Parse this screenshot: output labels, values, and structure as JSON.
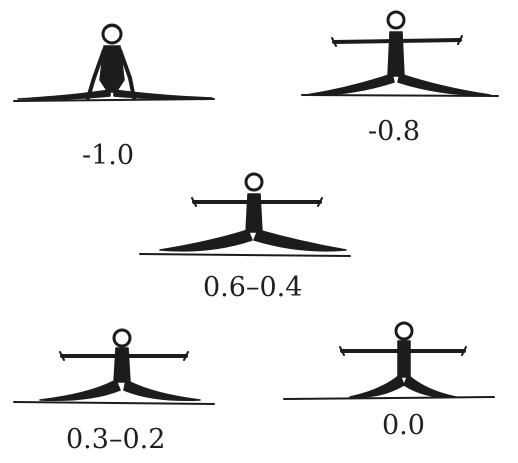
{
  "figures": [
    {
      "label": "-1.0"
    },
    {
      "label": "-0.8"
    },
    {
      "label": "0.6–0.4"
    },
    {
      "label": "0.3–0.2"
    },
    {
      "label": "0.0"
    }
  ],
  "colors": {
    "ink": "#1c1c1c",
    "background": "#ffffff"
  }
}
